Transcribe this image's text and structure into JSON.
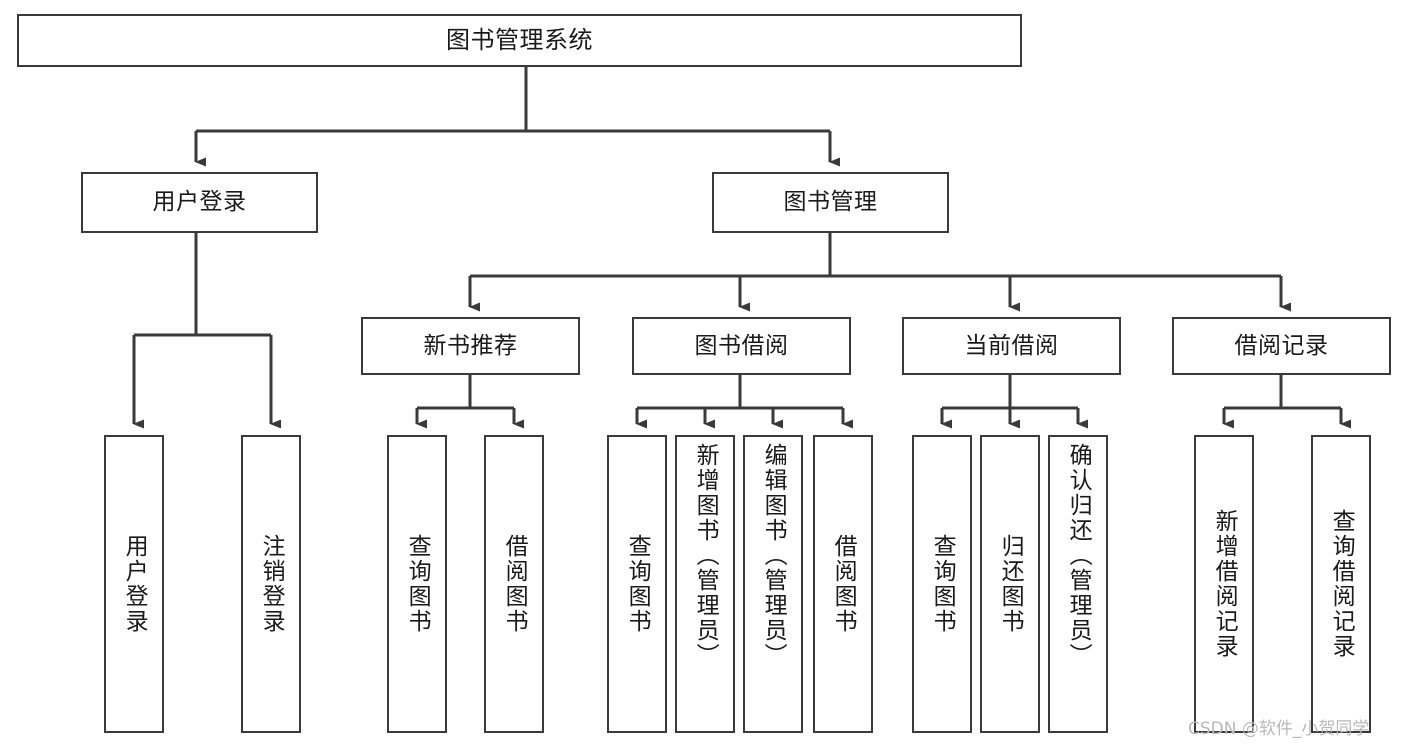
{
  "diagram": {
    "title": "图书管理系统",
    "type": "hierarchy-tree",
    "watermark": "CSDN @软件_小贺同学",
    "colors": {
      "background": "#ffffff",
      "box_border": "#3a3a3a",
      "box_fill": "#ffffff",
      "text": "#1a1a1a",
      "connector": "#3a3a3a",
      "watermark": "#b9b9b9"
    },
    "root": {
      "label": "图书管理系统"
    },
    "level2": [
      {
        "label": "用户登录"
      },
      {
        "label": "图书管理"
      }
    ],
    "level3": [
      {
        "label": "新书推荐"
      },
      {
        "label": "图书借阅"
      },
      {
        "label": "当前借阅"
      },
      {
        "label": "借阅记录"
      }
    ],
    "leaves": {
      "user_login": [
        {
          "label": "用户登录"
        },
        {
          "label": "注销登录"
        }
      ],
      "new_book_recommend": [
        {
          "label": "查询图书"
        },
        {
          "label": "借阅图书"
        }
      ],
      "book_borrow": [
        {
          "label": "查询图书"
        },
        {
          "label": "新增图书（管理员）"
        },
        {
          "label": "编辑图书（管理员）"
        },
        {
          "label": "借阅图书"
        }
      ],
      "current_borrow": [
        {
          "label": "查询图书"
        },
        {
          "label": "归还图书"
        },
        {
          "label": "确认归还（管理员）"
        }
      ],
      "borrow_record": [
        {
          "label": "新增借阅记录"
        },
        {
          "label": "查询借阅记录"
        }
      ]
    }
  }
}
